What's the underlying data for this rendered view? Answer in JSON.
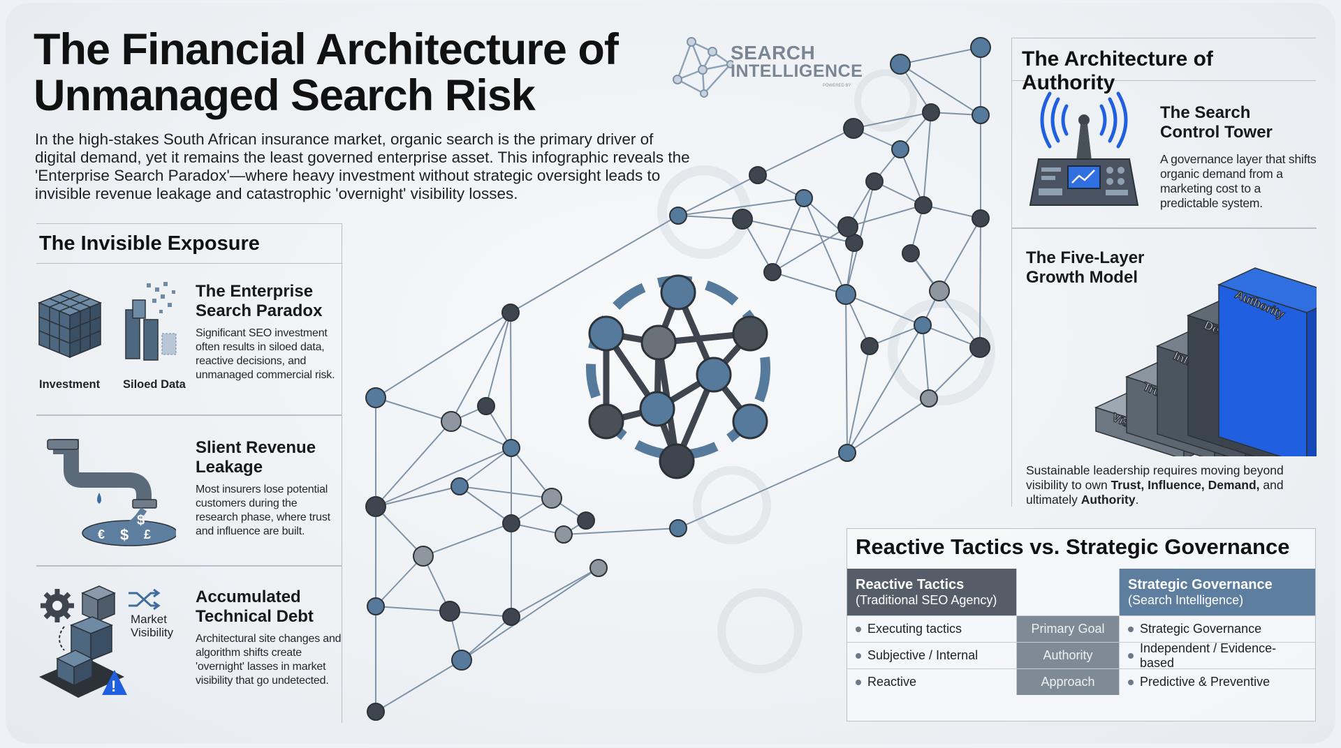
{
  "header": {
    "title_line1": "The Financial Architecture of",
    "title_line2": "Unmanaged Search Risk",
    "intro": "In the high-stakes South African insurance market, organic search is the primary driver of digital demand, yet it remains the least governed enterprise asset. This infographic reveals the 'Enterprise Search Paradox'—where heavy investment without strategic oversight leads to invisible revenue leakage and catastrophic 'overnight' visibility losses."
  },
  "logo": {
    "line1": "SEARCH",
    "line2": "INTELLIGENCE",
    "tagline": "POWERED BY"
  },
  "exposure": {
    "heading": "The Invisible Exposure",
    "items": [
      {
        "title_line1": "The Enterprise",
        "title_line2": "Search Paradox",
        "body": "Significant SEO investment often results in siloed data, reactive decisions, and unmanaged commercial risk.",
        "captions": [
          "Investment",
          "Siloed Data"
        ]
      },
      {
        "title_line1": "Slient Revenue",
        "title_line2": "Leakage",
        "body": "Most insurers lose potential customers during the research phase, where trust and influence are built.",
        "symbols": [
          "€",
          "$",
          "£",
          "$"
        ]
      },
      {
        "title_line1": "Accumulated",
        "title_line2": "Technical Debt",
        "body": "Architectural site changes and algorithm shifts create 'overnight' lasses in market visibility that go undetected.",
        "captions": [
          "Market",
          "Visibility"
        ]
      }
    ]
  },
  "authority": {
    "heading": "The Architecture of Authority",
    "tower": {
      "title_line1": "The Search",
      "title_line2": "Control Tower",
      "body": "A governance layer that shifts organic demand from a marketing cost to a predictable system."
    },
    "model": {
      "title_line1": "The Five-Layer",
      "title_line2": "Growth Model",
      "layers": [
        "Visibility",
        "Trust",
        "Influence",
        "Demand",
        "Authority"
      ],
      "foot_prefix": "Sustainable leadership requires moving beyond visibility to own ",
      "foot_b1": "Trust, Influence, Demand,",
      "foot_mid": " and ultimately ",
      "foot_b2": "Authority",
      "foot_end": "."
    }
  },
  "comparison": {
    "title": "Reactive Tactics vs. Strategic Governance",
    "left_head": "Reactive Tactics",
    "left_sub": "(Traditional SEO Agency)",
    "right_head": "Strategic Governance",
    "right_sub": "(Search Intelligence)",
    "rows": [
      {
        "left": "Executing tactics",
        "mid": "Primary Goal",
        "right": "Strategic Governance"
      },
      {
        "left": "Subjective / Internal",
        "mid": "Authority",
        "right": "Independent / Evidence-based"
      },
      {
        "left": "Reactive",
        "mid": "Approach",
        "right": "Predictive & Preventive"
      }
    ]
  },
  "colors": {
    "accent_blue": "#1f5fe0",
    "steel_blue": "#5d7e9e",
    "dark_gray": "#555e68",
    "node_blue": "#557a9c",
    "node_dark": "#3e454e"
  }
}
